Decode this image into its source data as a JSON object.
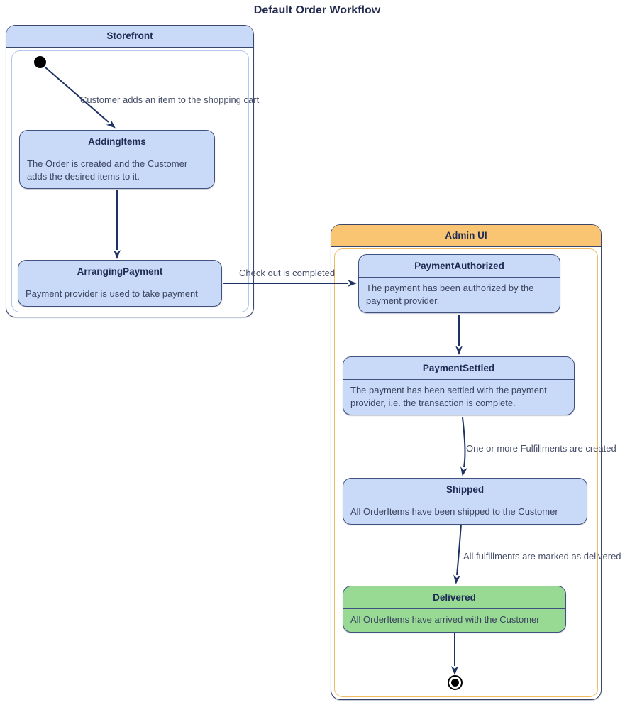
{
  "title": "Default Order Workflow",
  "containers": [
    {
      "id": "storefront",
      "label": "Storefront"
    },
    {
      "id": "admin_ui",
      "label": "Admin UI"
    }
  ],
  "states": [
    {
      "name": "AddingItems",
      "description": "The Order is created and the Customer adds the desired items to it.",
      "container": "storefront"
    },
    {
      "name": "ArrangingPayment",
      "description": "Payment provider is used to take payment",
      "container": "storefront"
    },
    {
      "name": "PaymentAuthorized",
      "description": "The payment has been authorized by the payment provider.",
      "container": "admin_ui"
    },
    {
      "name": "PaymentSettled",
      "description": "The payment has been settled with the payment provider, i.e. the transaction is complete.",
      "container": "admin_ui"
    },
    {
      "name": "Shipped",
      "description": "All OrderItems have been shipped to the Customer",
      "container": "admin_ui"
    },
    {
      "name": "Delivered",
      "description": "All OrderItems have arrived with the Customer",
      "container": "admin_ui"
    }
  ],
  "transitions": [
    {
      "from": "initial",
      "to": "AddingItems",
      "label": "Customer adds an item to the shopping cart"
    },
    {
      "from": "AddingItems",
      "to": "ArrangingPayment",
      "label": ""
    },
    {
      "from": "ArrangingPayment",
      "to": "PaymentAuthorized",
      "label": "Check out is completed"
    },
    {
      "from": "PaymentAuthorized",
      "to": "PaymentSettled",
      "label": ""
    },
    {
      "from": "PaymentSettled",
      "to": "Shipped",
      "label": "One or more Fulfillments are created"
    },
    {
      "from": "Shipped",
      "to": "Delivered",
      "label": "All fulfillments are marked as delivered"
    },
    {
      "from": "Delivered",
      "to": "final",
      "label": ""
    }
  ],
  "colors": {
    "state_fill": "#c9daf8",
    "delivered_fill": "#98da94",
    "storefront_header_fill": "#c9daf8",
    "admin_header_fill": "#f9c572",
    "state_border": "#41517f",
    "container_border": "#3a466b",
    "arrow": "#1e3363",
    "title_text": "#232b4e",
    "body_text": "#3a445f",
    "edge_label_text": "#474e68"
  }
}
